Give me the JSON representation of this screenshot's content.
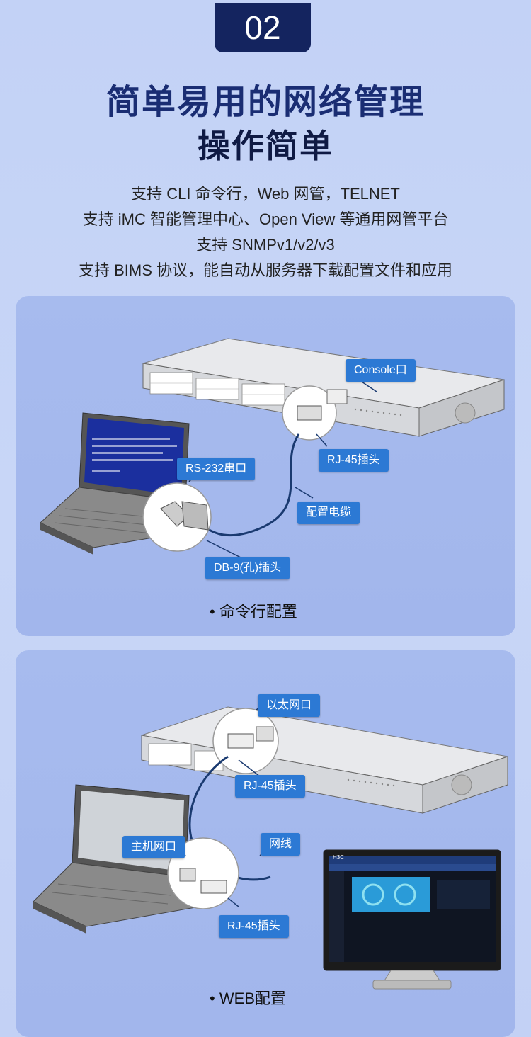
{
  "badge": "02",
  "title_line1": "简单易用的网络管理",
  "title_line2": "操作简单",
  "description": [
    "支持 CLI 命令行，Web 网管，TELNET",
    "支持 iMC 智能管理中心、Open View 等通用网管平台",
    "支持 SNMPv1/v2/v3",
    "支持 BIMS 协议，能自动从服务器下载配置文件和应用"
  ],
  "cli_panel": {
    "callouts": {
      "console": "Console口",
      "rj45": "RJ-45插头",
      "rs232": "RS-232串口",
      "cable": "配置电缆",
      "db9": "DB-9(孔)插头"
    },
    "caption": "• 命令行配置"
  },
  "web_panel": {
    "callouts": {
      "ethernet": "以太网口",
      "rj45_switch": "RJ-45插头",
      "host_port": "主机网口",
      "network_cable": "网线",
      "rj45_host": "RJ-45插头"
    },
    "caption": "• WEB配置",
    "monitor_brand": "H3C"
  },
  "colors": {
    "background": "#c3d2f6",
    "panel": "#a7bbee",
    "badge": "#14245f",
    "title": "#1a2d73",
    "callout": "#2c79d4"
  }
}
